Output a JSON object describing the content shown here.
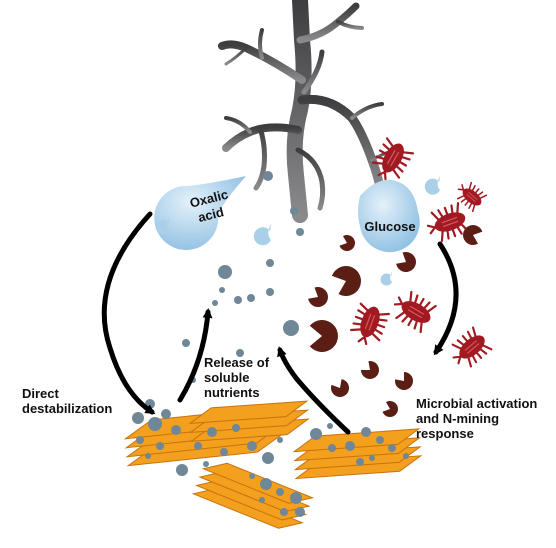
{
  "labels": {
    "oxalic_line1": "Oxalic",
    "oxalic_line2": "acid",
    "glucose": "Glucose",
    "release_line1": "Release of",
    "release_line2": "soluble",
    "release_line3": "nutrients",
    "direct_line1": "Direct",
    "direct_line2": "destabilization",
    "microbial_line1": "Microbial activation",
    "microbial_line2": "and N-mining",
    "microbial_line3": "response"
  },
  "colors": {
    "root": "#5a5a5c",
    "droplet": "#a9cfe9",
    "droplet_light": "#cfe5f4",
    "nutrient": "#6f8796",
    "microbe": "#a11a21",
    "enzyme": "#5b1e14",
    "mineral": "#f2a01e",
    "mineral_edge": "#c9720e",
    "arrow": "#000000"
  }
}
